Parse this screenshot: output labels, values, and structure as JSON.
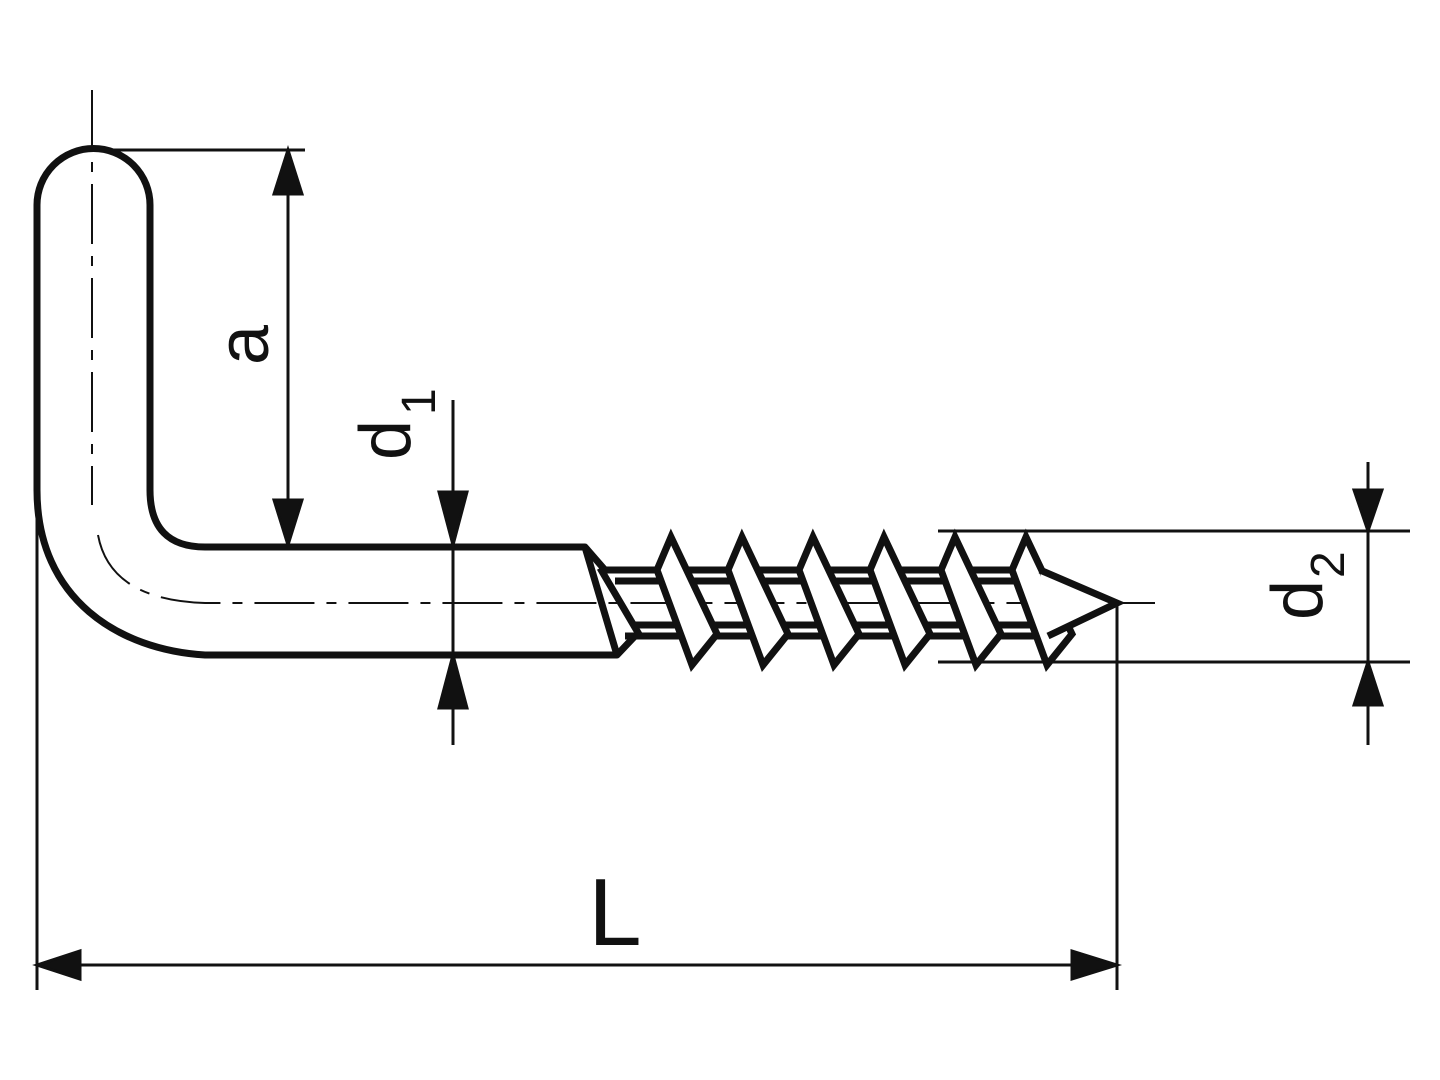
{
  "labels": {
    "a": "a",
    "d1_main": "d",
    "d1_sub": "1",
    "d2_main": "d",
    "d2_sub": "2",
    "L": "L"
  },
  "colors": {
    "line": "#111111",
    "background": "#ffffff"
  },
  "thread_count": 6
}
